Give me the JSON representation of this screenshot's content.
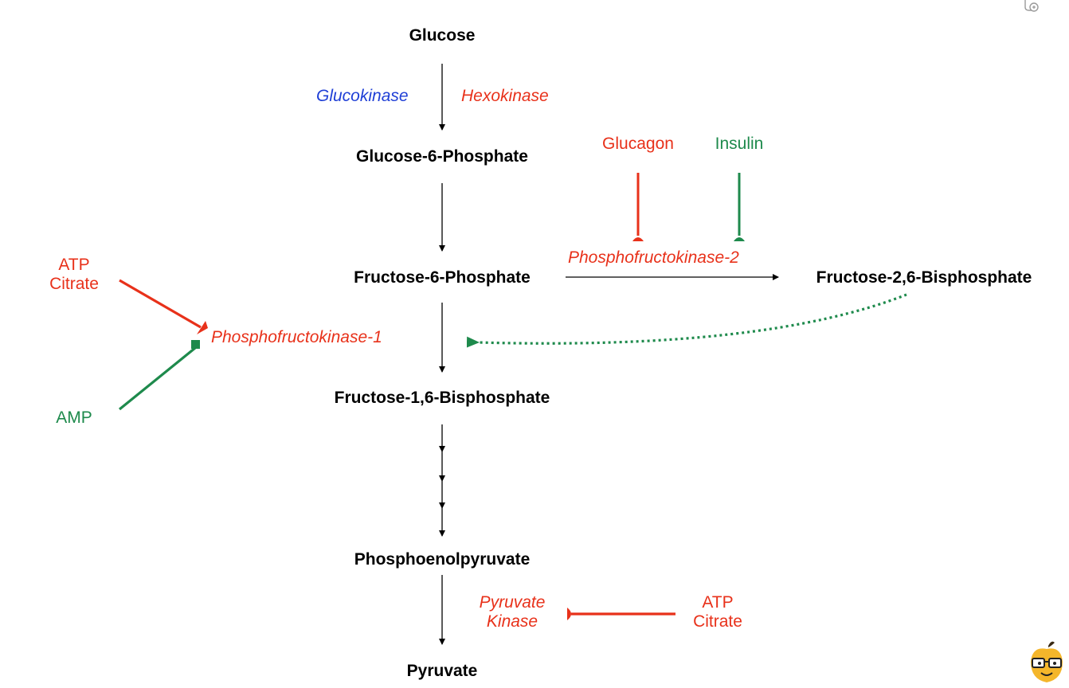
{
  "colors": {
    "black": "#000000",
    "red": "#e8311a",
    "green": "#1e8a4c",
    "blue": "#1f3fd6"
  },
  "metabolites": {
    "glucose": "Glucose",
    "g6p": "Glucose-6-Phosphate",
    "f6p": "Fructose-6-Phosphate",
    "f16bp": "Fructose-1,6-Bisphosphate",
    "pep": "Phosphoenolpyruvate",
    "pyruvate": "Pyruvate",
    "f26bp": "Fructose-2,6-Bisphosphate"
  },
  "enzymes": {
    "glucokinase": "Glucokinase",
    "hexokinase": "Hexokinase",
    "pfk2": "Phosphofructokinase-2",
    "pfk1": "Phosphofructokinase-1",
    "pyruvate_kinase_line1": "Pyruvate",
    "pyruvate_kinase_line2": "Kinase"
  },
  "regulators": {
    "glucagon": "Glucagon",
    "insulin": "Insulin",
    "pfk1_inhibitor_line1": "ATP",
    "pfk1_inhibitor_line2": "Citrate",
    "pfk1_activator": "AMP",
    "pk_inhibitor_line1": "ATP",
    "pk_inhibitor_line2": "Citrate"
  },
  "icons": {
    "corner": "screen-capture-icon",
    "mascot": "nerd-apple-mascot-icon"
  }
}
